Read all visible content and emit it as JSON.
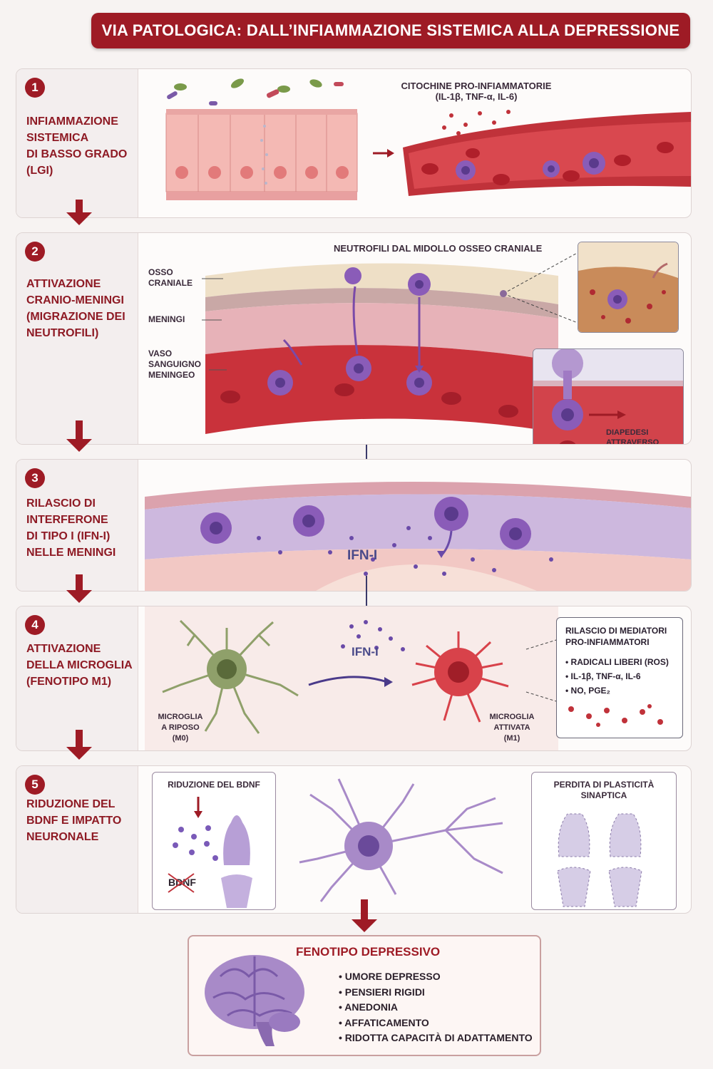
{
  "title": "VIA PATOLOGICA: DALL’INFIAMMAZIONE SISTEMICA ALLA DEPRESSIONE",
  "colors": {
    "brand": "#9e1b25",
    "neutrophil": "#8a5cb8",
    "blood": "#c0323a",
    "microglia_rest": "#8fa06a",
    "microglia_active": "#d8424a"
  },
  "steps": [
    {
      "num": "1",
      "label": "INFIAMMAZIONE\nSISTEMICA\nDI BASSO GRADO\n(LGI)"
    },
    {
      "num": "2",
      "label": "ATTIVAZIONE\nCRANIO-MENINGI\n(MIGRAZIONE DEI\nNEUTROFILI)"
    },
    {
      "num": "3",
      "label": "RILASCIO DI\nINTERFERONE\nDI TIPO I (IFN-I)\nNELLE MENINGI"
    },
    {
      "num": "4",
      "label": "ATTIVAZIONE\nDELLA MICROGLIA\n(FENOTIPO M1)"
    },
    {
      "num": "5",
      "label": "RIDUZIONE DEL\nBDNF E IMPATTO\nNEURONALE"
    }
  ],
  "panel1": {
    "cytokines": "CITOCHINE PRO-INFIAMMATORIE\n(IL-1β, TNF-α, IL-6)"
  },
  "panel2": {
    "neutrophils_title": "NEUTROFILI DAL MIDOLLO OSSEO CRANIALE",
    "osso": "OSSO\nCRANIALE",
    "meningi": "MENINGI",
    "vaso": "VASO\nSANGUIGNO\nMENINGEO",
    "diapedesi": "DIAPEDESI\nATTRAVERSO CANALI\nVASCOLARI"
  },
  "panel3": {
    "ifn": "IFN-I"
  },
  "panel4": {
    "ifn": "IFN-I",
    "rest": "MICROGLIA\nA RIPOSO\n(M0)",
    "active": "MICROGLIA\nATTIVATA\n(M1)",
    "mediators_title": "RILASCIO DI MEDIATORI\nPRO-INFIAMMATORI",
    "mediators": [
      "RADICALI LIBERI (ROS)",
      "IL-1β, TNF-α, IL-6",
      "NO, PGE₂"
    ]
  },
  "panel5": {
    "bdnf_title": "RIDUZIONE DEL BDNF",
    "bdnf_label": "BDNF",
    "plasticity": "PERDITA DI PLASTICITÀ\nSINAPTICA"
  },
  "outcome": {
    "title": "FENOTIPO DEPRESSIVO",
    "items": [
      "UMORE DEPRESSO",
      "PENSIERI RIGIDI",
      "ANEDONIA",
      "AFFATICAMENTO",
      "RIDOTTA CAPACITÀ DI ADATTAMENTO"
    ]
  }
}
